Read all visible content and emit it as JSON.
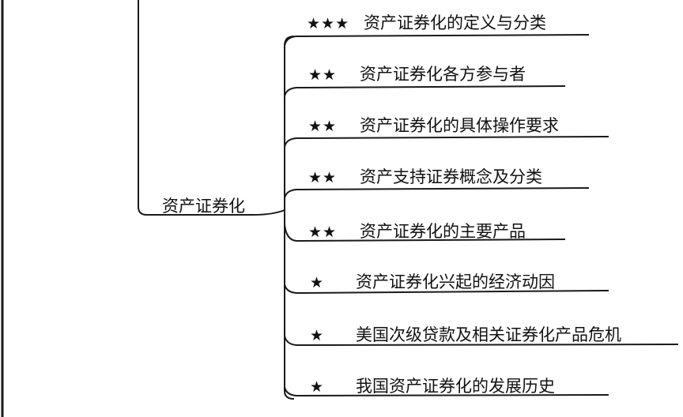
{
  "mindmap": {
    "parent_topic": "资产证券化",
    "children": [
      {
        "stars": "★★★",
        "label": "资产证券化的定义与分类"
      },
      {
        "stars": "★★",
        "label": "资产证券化各方参与者"
      },
      {
        "stars": "★★",
        "label": "资产证券化的具体操作要求"
      },
      {
        "stars": "★★",
        "label": "资产支持证券概念及分类"
      },
      {
        "stars": "★★",
        "label": "资产证券化的主要产品"
      },
      {
        "stars": "★",
        "label": "资产证券化兴起的经济动因"
      },
      {
        "stars": "★",
        "label": "美国次级贷款及相关证券化产品危机"
      },
      {
        "stars": "★",
        "label": "我国资产证券化的发展历史"
      }
    ]
  },
  "colors": {
    "line": "#1a1a1a",
    "text": "#111111",
    "background": "#ffffff"
  }
}
